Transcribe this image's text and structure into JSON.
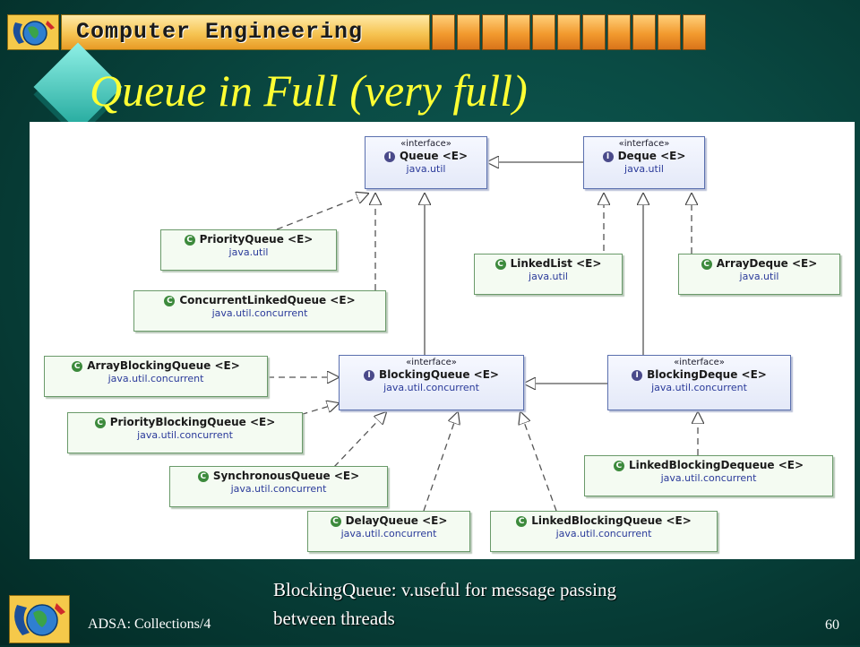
{
  "banner": {
    "title": "Computer Engineering"
  },
  "slide": {
    "title": "Queue in Full (very full)"
  },
  "stereotype": "«interface»",
  "classes": {
    "queue": {
      "name": "Queue <E>",
      "pkg": "java.util"
    },
    "deque": {
      "name": "Deque <E>",
      "pkg": "java.util"
    },
    "priority_queue": {
      "name": "PriorityQueue <E>",
      "pkg": "java.util"
    },
    "concurrent_linked_queue": {
      "name": "ConcurrentLinkedQueue <E>",
      "pkg": "java.util.concurrent"
    },
    "linked_list": {
      "name": "LinkedList <E>",
      "pkg": "java.util"
    },
    "array_deque": {
      "name": "ArrayDeque <E>",
      "pkg": "java.util"
    },
    "array_blocking_queue": {
      "name": "ArrayBlockingQueue <E>",
      "pkg": "java.util.concurrent"
    },
    "blocking_queue": {
      "name": "BlockingQueue <E>",
      "pkg": "java.util.concurrent"
    },
    "blocking_deque": {
      "name": "BlockingDeque <E>",
      "pkg": "java.util.concurrent"
    },
    "priority_blocking_queue": {
      "name": "PriorityBlockingQueue <E>",
      "pkg": "java.util.concurrent"
    },
    "synchronous_queue": {
      "name": "SynchronousQueue <E>",
      "pkg": "java.util.concurrent"
    },
    "linked_blocking_dequeue": {
      "name": "LinkedBlockingDequeue <E>",
      "pkg": "java.util.concurrent"
    },
    "delay_queue": {
      "name": "DelayQueue <E>",
      "pkg": "java.util.concurrent"
    },
    "linked_blocking_queue": {
      "name": "LinkedBlockingQueue <E>",
      "pkg": "java.util.concurrent"
    }
  },
  "caption": {
    "line1": "BlockingQueue: v.useful for message passing",
    "line2": "between threads"
  },
  "footer": {
    "course": "ADSA: Collections/4",
    "page": "60"
  },
  "icons": {
    "banner_logo": "globe-logo-icon",
    "footer_logo": "globe-logo-icon",
    "class_icon": "class-c-icon",
    "interface_icon": "interface-i-icon"
  },
  "colors": {
    "title": "#ffff33",
    "background": "#0a4a43",
    "banner": "#f6c452",
    "interface_border": "#5a6fae",
    "class_border": "#6a9a6a"
  }
}
